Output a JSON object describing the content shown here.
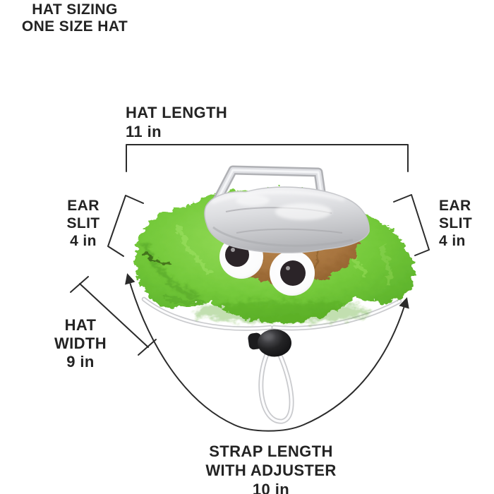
{
  "title": {
    "line1": "HAT SIZING",
    "line2": "ONE SIZE HAT"
  },
  "measurements": {
    "hat_length": {
      "label": "HAT LENGTH",
      "value": "11 in"
    },
    "ear_slit_left": {
      "label_line1": "EAR",
      "label_line2": "SLIT",
      "value": "4 in"
    },
    "ear_slit_right": {
      "label_line1": "EAR",
      "label_line2": "SLIT",
      "value": "4 in"
    },
    "hat_width": {
      "label_line1": "HAT",
      "label_line2": "WIDTH",
      "value": "9 in"
    },
    "strap_length": {
      "label_line1": "STRAP LENGTH",
      "label_line2": "WITH ADJUSTER",
      "value": "10 in"
    }
  },
  "illustration": {
    "icon": "oscar-grouch-trash-lid-pet-hat-photo",
    "parts": [
      "green-fur-hat-body",
      "brown-fur-tuft",
      "googly-eyes",
      "silver-trash-can-lid-with-handle",
      "white-chin-strap",
      "black-cord-lock-adjuster"
    ]
  },
  "colors": {
    "background": "#ffffff",
    "text": "#232323",
    "line": "#2b2b2b",
    "fur_green": "#74c93a",
    "fur_green_light": "#9ade5e",
    "fur_green_dark": "#55ab26",
    "tuft_brown": "#a8753f",
    "lid_silver": "#d9dadc",
    "lid_silver_light": "#f6f6f8",
    "strap_white": "#fcfcfd",
    "strap_shadow": "#c9cacd",
    "adjuster_black": "#1c1c1e",
    "eye_white": "#ffffff",
    "pupil": "#2b2428"
  }
}
